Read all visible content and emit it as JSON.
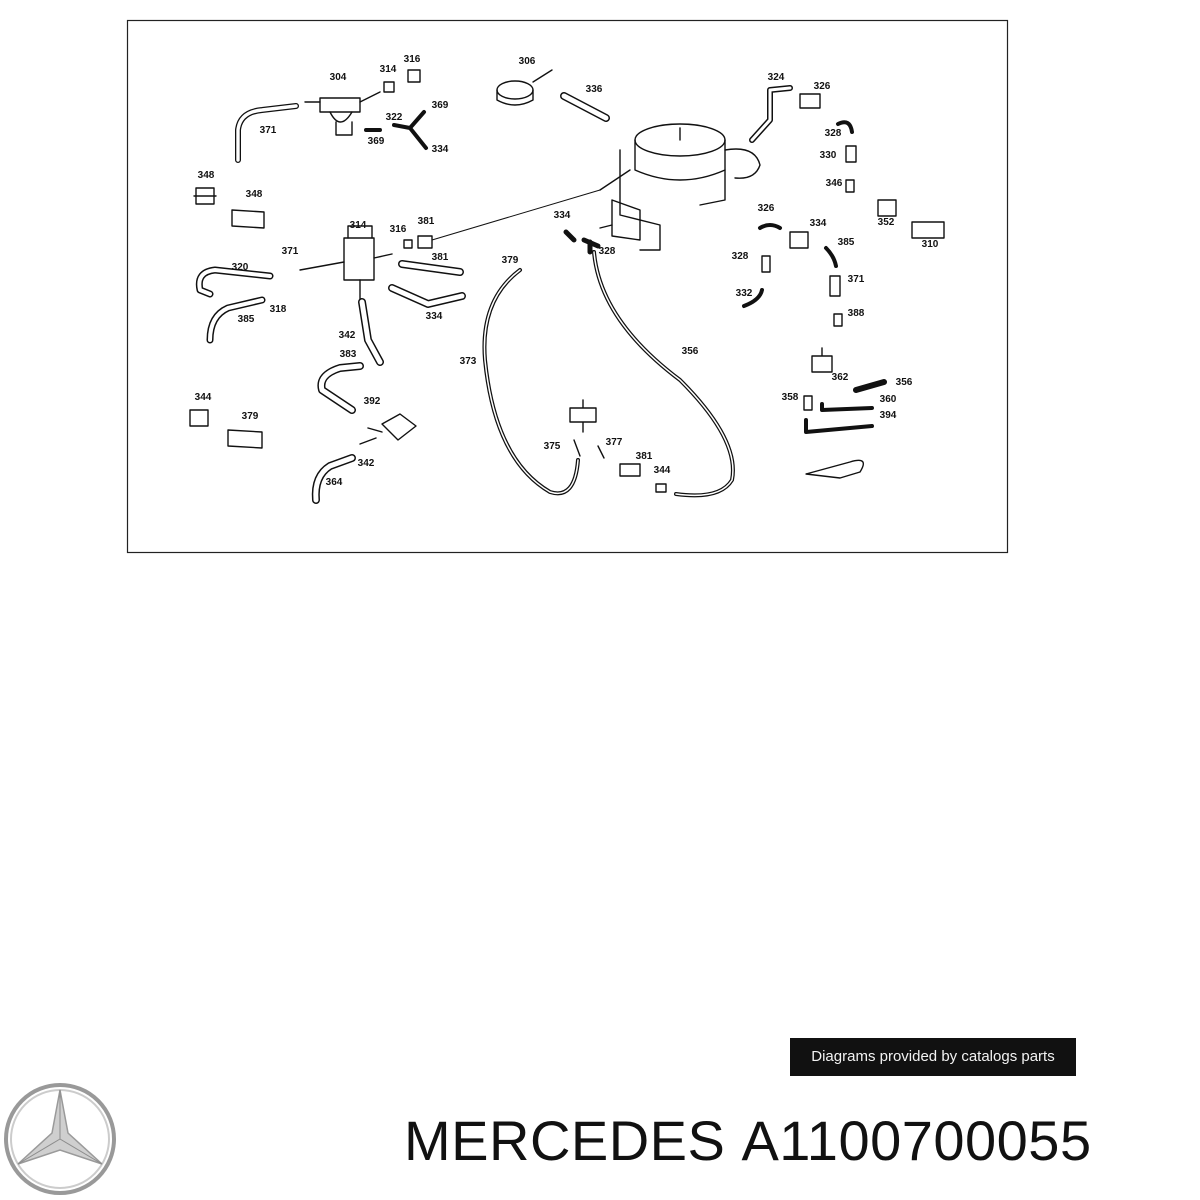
{
  "banner_text": "Diagrams provided by catalogs parts",
  "brand": "MERCEDES",
  "part_number": "A1100700055",
  "logo_icon": "mercedes-star-icon",
  "callouts": [
    "304",
    "314",
    "316",
    "306",
    "336",
    "324",
    "326",
    "371",
    "322",
    "369",
    "369",
    "334",
    "328",
    "330",
    "346",
    "348",
    "348",
    "352",
    "310",
    "314",
    "316",
    "381",
    "334",
    "326",
    "334",
    "385",
    "371",
    "320",
    "381",
    "379",
    "328",
    "328",
    "371",
    "385",
    "318",
    "334",
    "332",
    "388",
    "342",
    "383",
    "373",
    "356",
    "362",
    "356",
    "358",
    "360",
    "394",
    "344",
    "392",
    "379",
    "375",
    "377",
    "381",
    "344",
    "342",
    "364"
  ]
}
